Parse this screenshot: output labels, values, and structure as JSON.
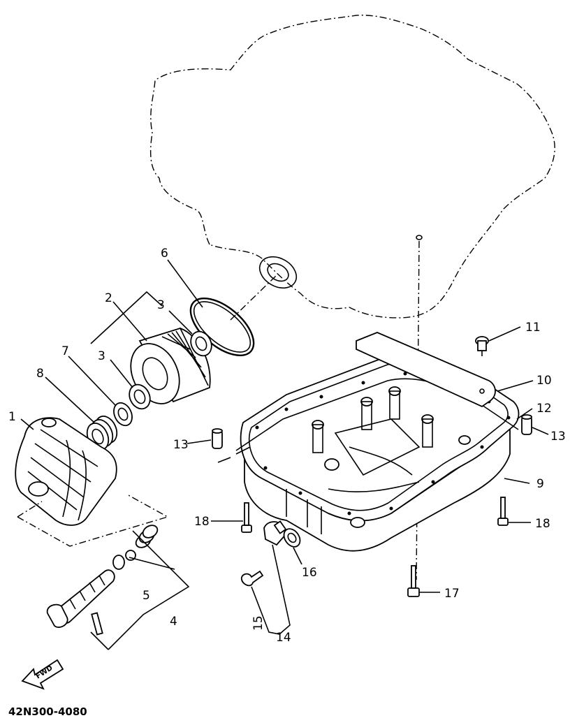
{
  "diagram": {
    "part_code": "42N300-4080",
    "fwd_label": "FWD",
    "callouts": [
      "1",
      "2",
      "3",
      "3",
      "4",
      "5",
      "6",
      "7",
      "8",
      "9",
      "10",
      "11",
      "12",
      "13",
      "13",
      "14",
      "15",
      "16",
      "17",
      "18",
      "18"
    ]
  }
}
